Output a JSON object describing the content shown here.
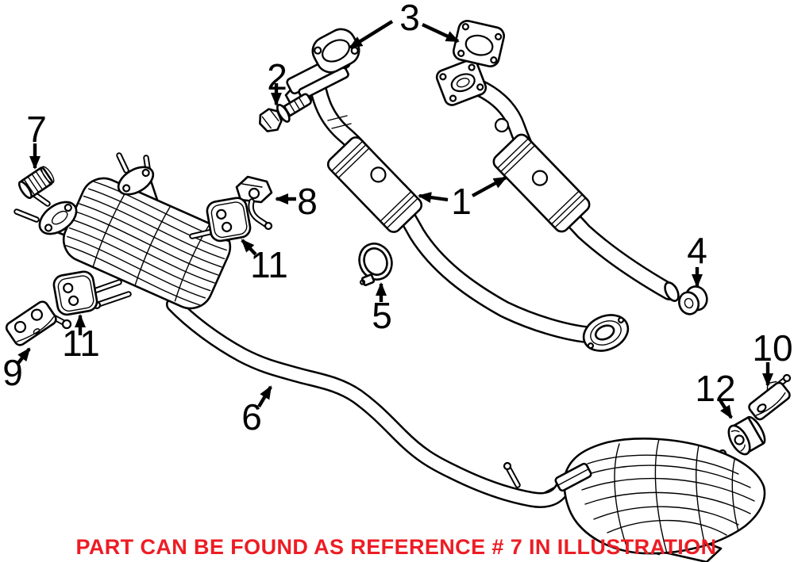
{
  "canvas": {
    "background": "#ffffff",
    "line_color": "#000000"
  },
  "callouts": [
    {
      "text": "1"
    },
    {
      "text": "2"
    },
    {
      "text": "3"
    },
    {
      "text": "4"
    },
    {
      "text": "5"
    },
    {
      "text": "6"
    },
    {
      "text": "7"
    },
    {
      "text": "8"
    },
    {
      "text": "9"
    },
    {
      "text": "10"
    },
    {
      "text": "11"
    },
    {
      "text": "11"
    },
    {
      "text": "12"
    }
  ],
  "caption": {
    "text": "PART CAN BE FOUND AS REFERENCE # 7 IN ILLUSTRATION",
    "color": "#ed1c24"
  }
}
